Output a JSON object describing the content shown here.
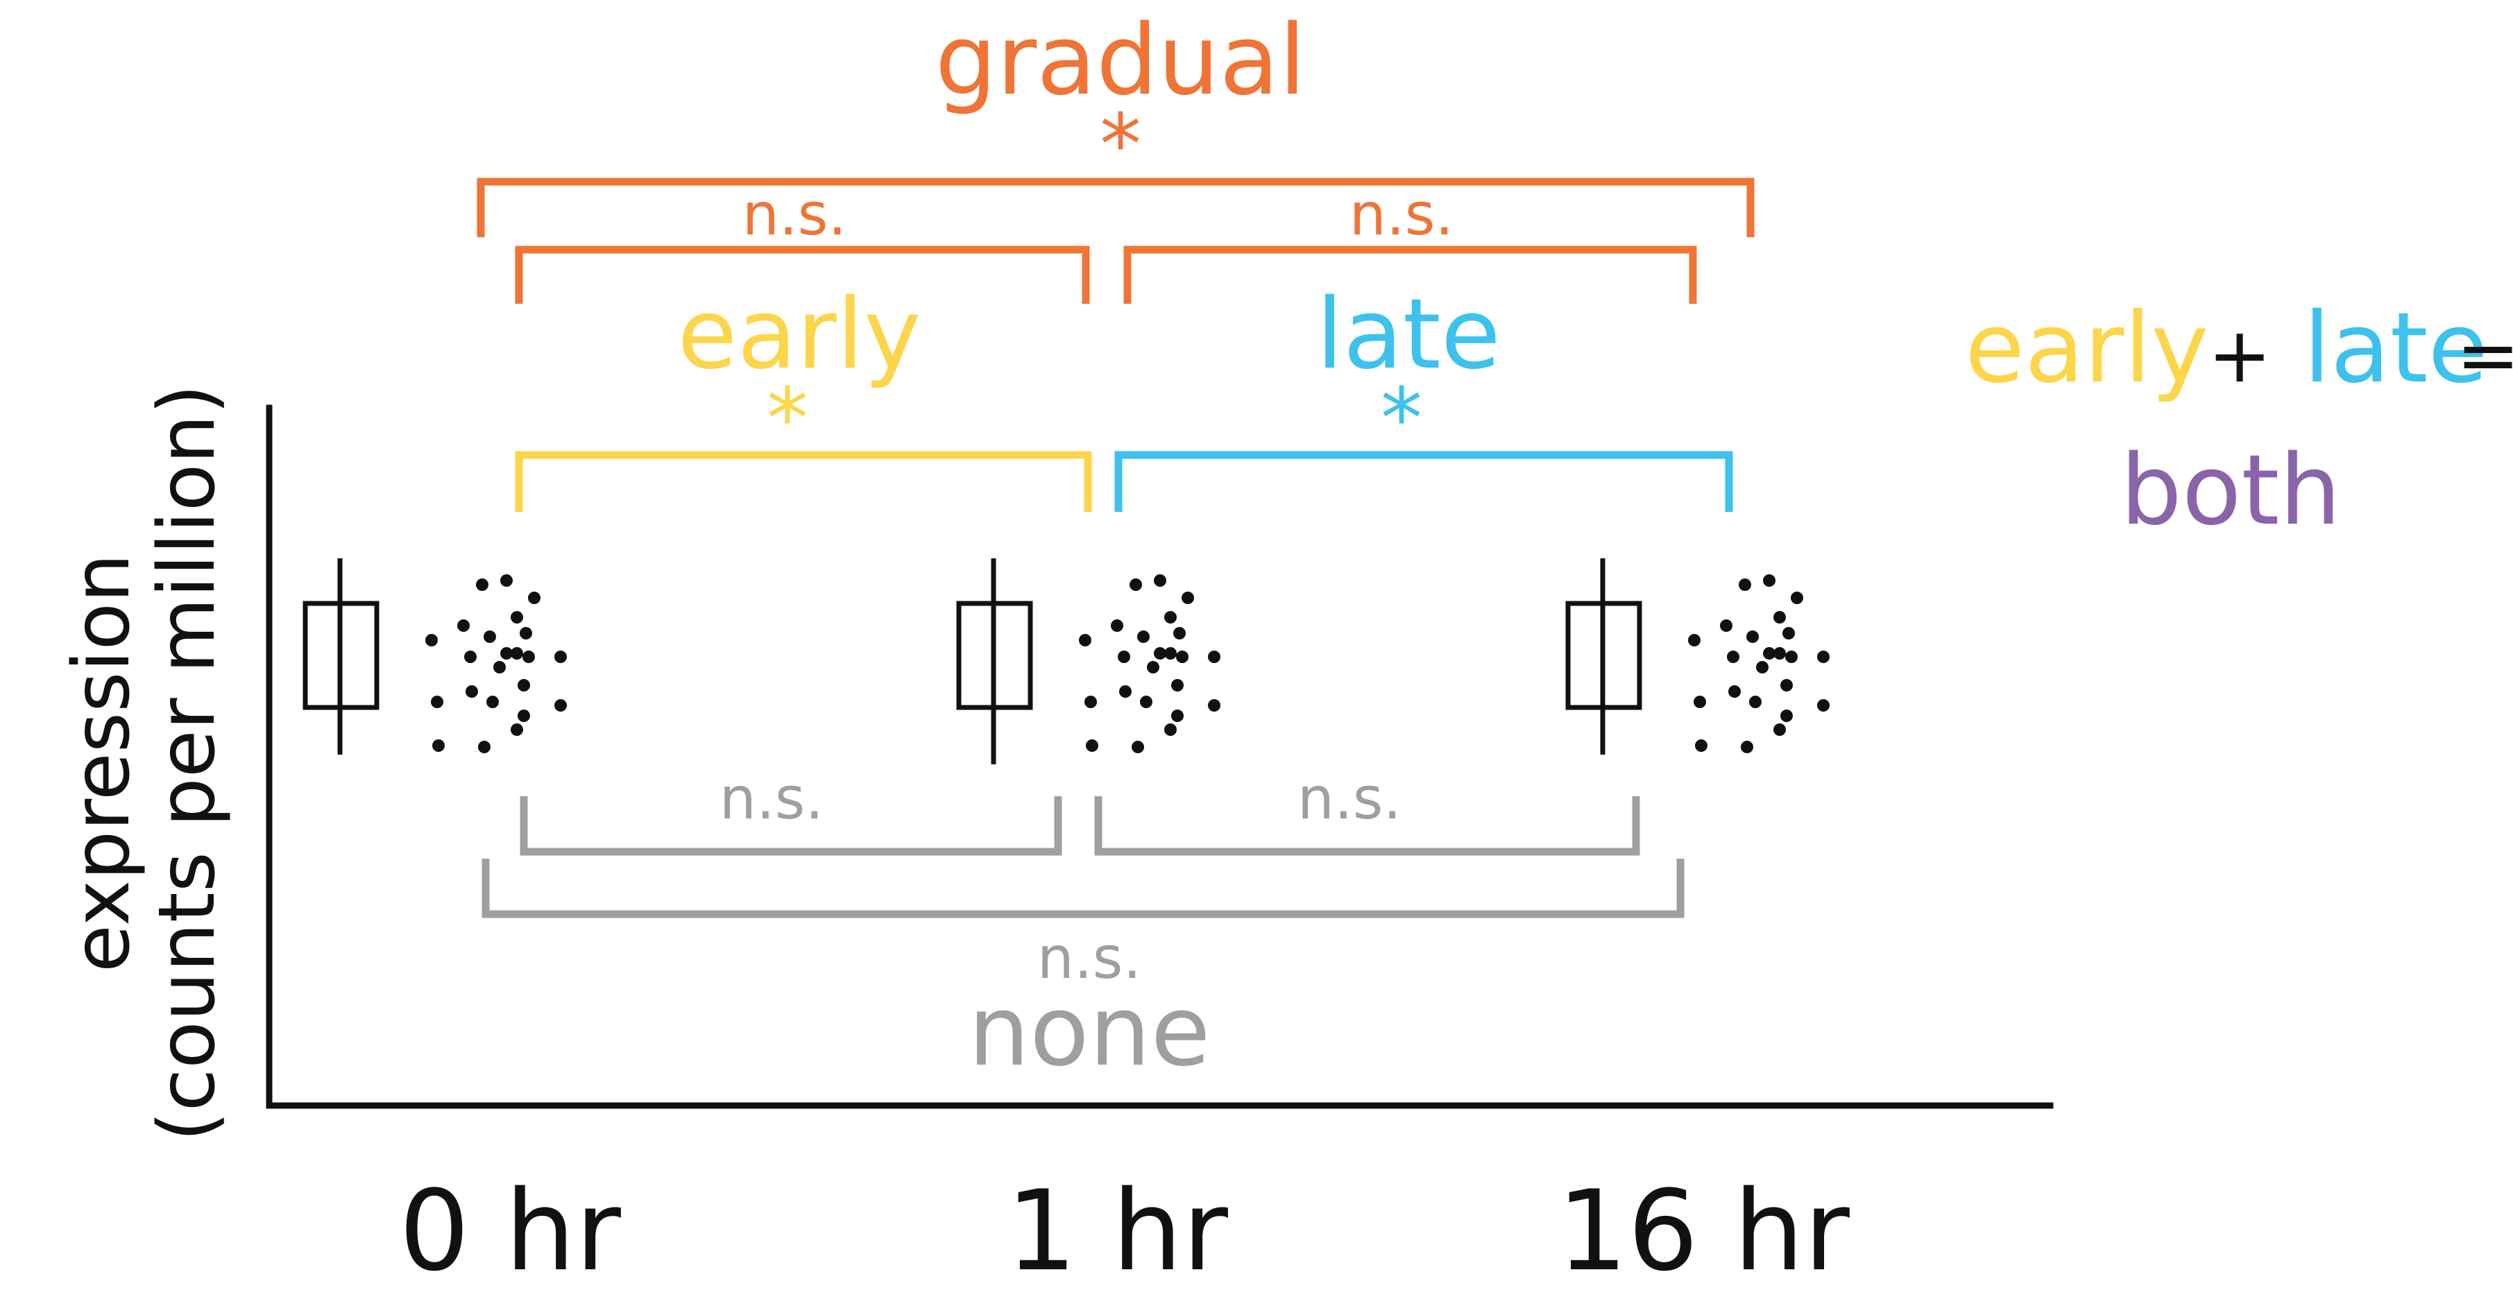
{
  "labels": {
    "gradual": "gradual",
    "early": "early",
    "late": "late",
    "none": "none",
    "both": "both",
    "plus": "+",
    "equals": "=",
    "star": "*",
    "ns": "n.s."
  },
  "axes": {
    "y_label_line1": "expression",
    "y_label_line2": "(counts per million)",
    "timepoints": [
      "0 hr",
      "1 hr",
      "16 hr"
    ]
  },
  "legend": {
    "line1_early": "early",
    "line1_plus": "+",
    "line1_late": "late",
    "line1_equals": "=",
    "line2_both": "both"
  },
  "colors": {
    "gradual": "#ef7436",
    "early": "#fcd54b",
    "late": "#3dc1ed",
    "none": "#9d9fa2",
    "both": "#8a64a8",
    "ink": "#111111"
  }
}
